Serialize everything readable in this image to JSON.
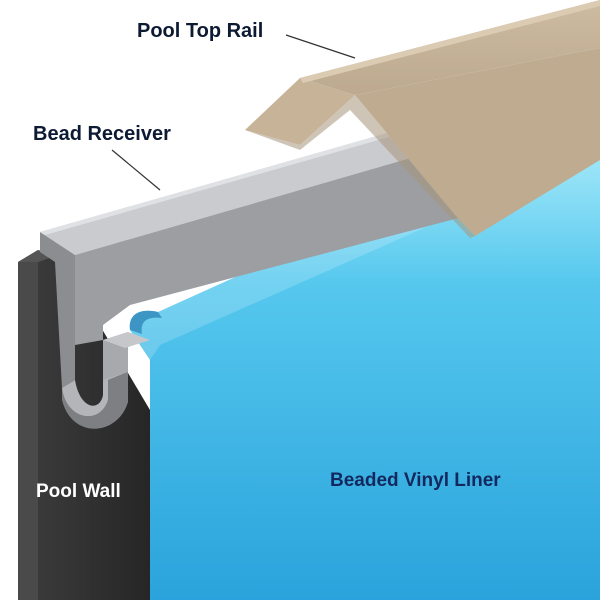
{
  "labels": {
    "top_rail": "Pool Top Rail",
    "bead_receiver": "Bead Receiver",
    "pool_wall": "Pool Wall",
    "liner": "Beaded Vinyl Liner"
  },
  "colors": {
    "background": "#ffffff",
    "top_rail": "#c2ae94",
    "bead_receiver": "#a0a2a6",
    "pool_wall": "#2f2f2f",
    "liner_light": "#b8f1fc",
    "liner_dark": "#2aa3dc",
    "label_dark": "#0d1a33",
    "label_navy": "#13285e"
  }
}
